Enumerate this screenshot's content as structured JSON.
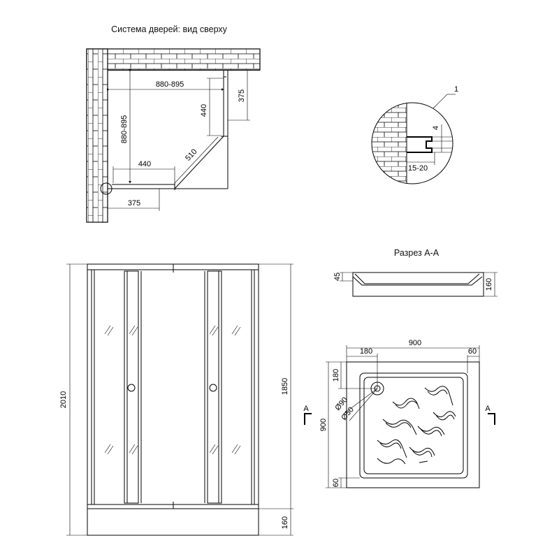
{
  "titles": {
    "plan": "Система дверей: вид сверху",
    "section": "Разрез А-А"
  },
  "plan": {
    "dim_width": "880-895",
    "dim_depth": "880-895",
    "dim_door_top": "440",
    "dim_door_left": "440",
    "dim_right_375": "375",
    "dim_bottom_375": "375",
    "dim_diag": "510"
  },
  "detail": {
    "callout": "1",
    "dim_4": "4",
    "dim_gap": "15-20"
  },
  "front": {
    "height_total": "2010",
    "height_door": "1850",
    "height_tray": "160"
  },
  "tray_section": {
    "dim_45": "45",
    "dim_160": "160"
  },
  "tray_top": {
    "width": "900",
    "depth": "900",
    "offset_180_x": "180",
    "offset_180_y": "180",
    "rim_60_x": "60",
    "rim_60_y": "60",
    "drain_outer": "Ø90",
    "drain_inner": "Ø50",
    "section_left": "A",
    "section_right": "A"
  }
}
